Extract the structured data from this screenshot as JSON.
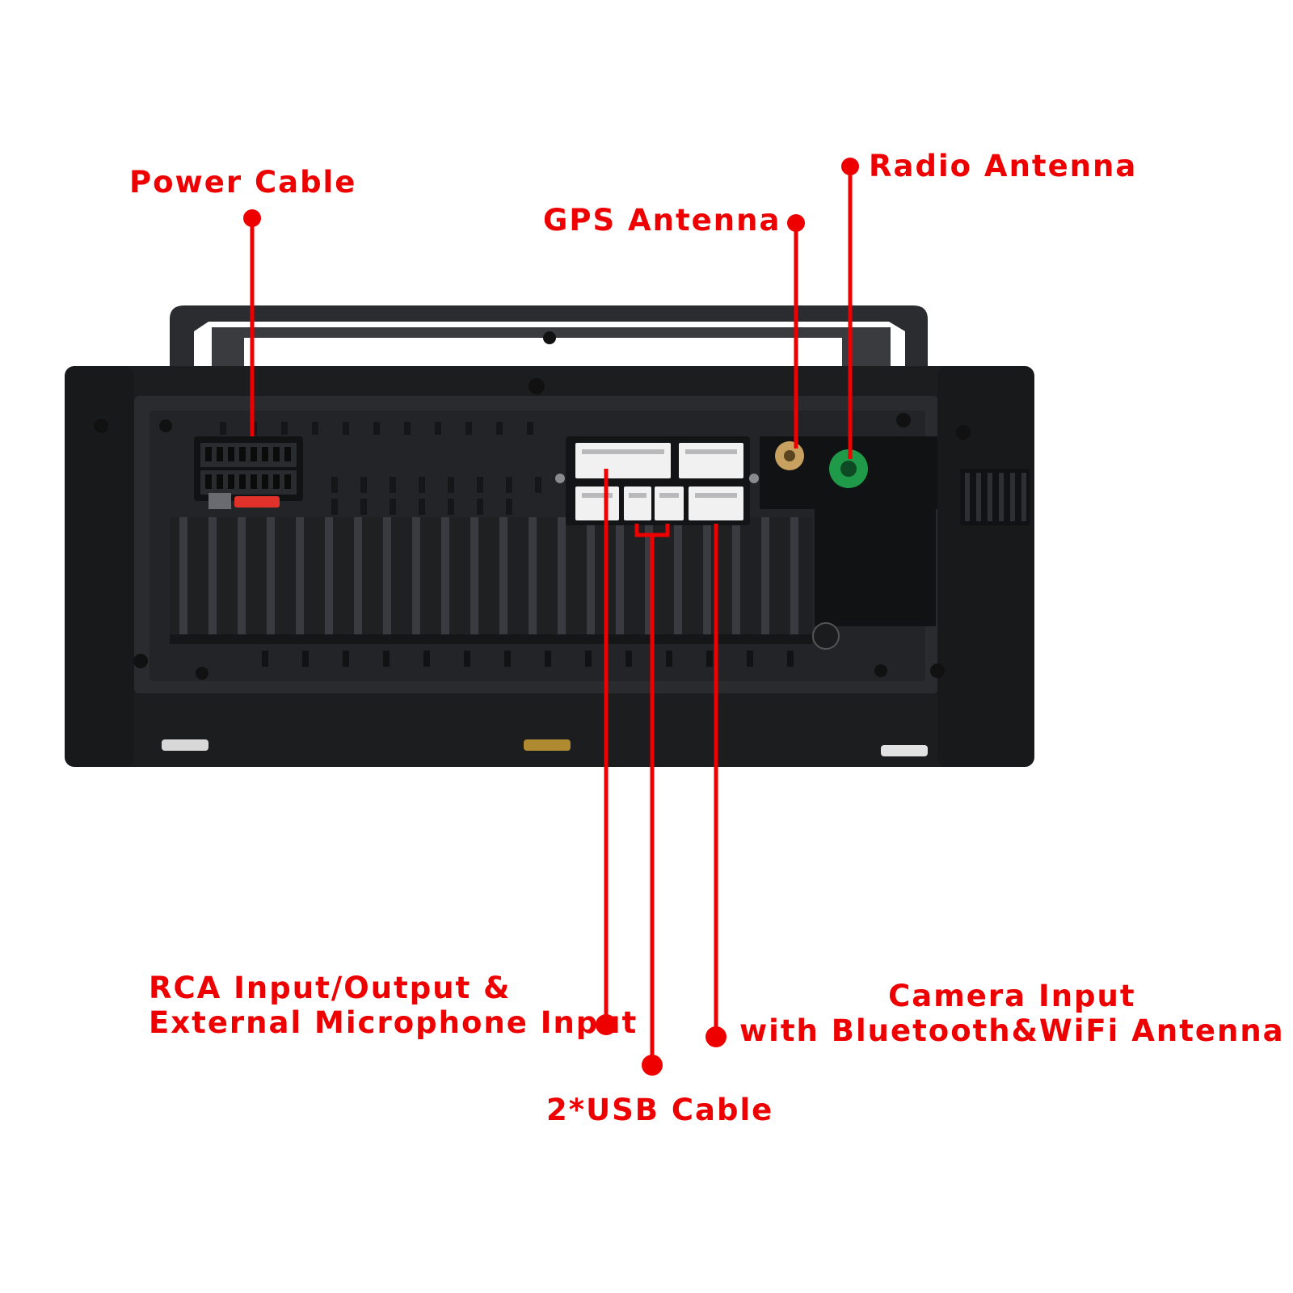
{
  "labels": {
    "power_cable": "Power Cable",
    "gps_antenna": "GPS Antenna",
    "radio_antenna": "Radio Antenna",
    "rca_line1": "RCA Input/Output &",
    "rca_line2": "External Microphone Input",
    "camera_line1": "Camera Input",
    "camera_line2": "with Bluetooth&WiFi Antenna",
    "usb_cable": "2*USB Cable"
  },
  "colors": {
    "callout": "#ee0000",
    "unit_body": "#1c1d1f",
    "unit_frame": "#2a2b2e",
    "connector": "#f1f1f1",
    "radio_jack": "#1f9a48",
    "gps_jack": "#c8a060"
  }
}
